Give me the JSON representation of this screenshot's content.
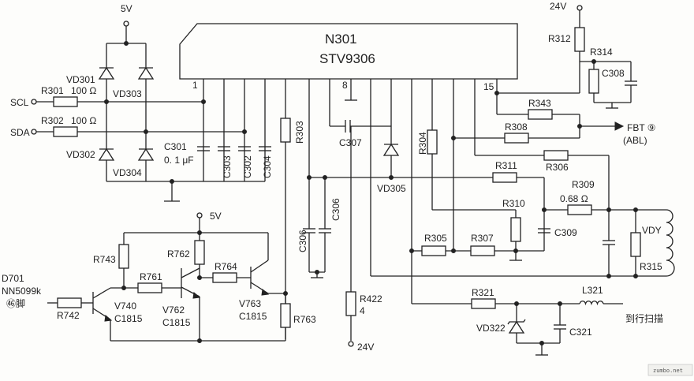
{
  "chip": {
    "name": "N301",
    "model": "STV9306",
    "pin1": "1",
    "pin8": "8",
    "pin15": "15"
  },
  "supplies": {
    "v5_top": "5V",
    "v5_mid": "5V",
    "v24_top": "24V",
    "v24_bottom": "24V"
  },
  "signals": {
    "scl": "SCL",
    "sda": "SDA",
    "fbt": "FBT ⑨",
    "abl": "(ABL)",
    "vdy": "VDY",
    "to_hscan": "到行扫描"
  },
  "left_ic": {
    "ref": "D701",
    "part": "NN5099k",
    "pin": "㊻脚"
  },
  "resistors": {
    "r301": "R301",
    "r301_val": "100 Ω",
    "r302": "R302",
    "r302_val": "100 Ω",
    "r303": "R303",
    "r304": "R304",
    "r305": "R305",
    "r306": "R306",
    "r307": "R307",
    "r308": "R308",
    "r309": "R309",
    "r309_val": "0.68 Ω",
    "r310": "R310",
    "r311": "R311",
    "r312": "R312",
    "r314": "R314",
    "r315": "R315",
    "r321": "R321",
    "r343": "R343",
    "r422": "R422",
    "r422_val": "4",
    "r742": "R742",
    "r743": "R743",
    "r761": "R761",
    "r762": "R762",
    "r763": "R763",
    "r764": "R764"
  },
  "capacitors": {
    "c301": "C301",
    "c301_val": "0. 1 μF",
    "c302": "C302",
    "c303": "C303",
    "c304": "C304",
    "c306a": "C306",
    "c306b": "C306",
    "c307": "C307",
    "c308": "C308",
    "c309": "C309",
    "c321": "C321"
  },
  "diodes": {
    "vd301": "VD301",
    "vd302": "VD302",
    "vd303": "VD303",
    "vd304": "VD304",
    "vd305": "VD305",
    "vd322": "VD322"
  },
  "transistors": {
    "v740": "V740",
    "v740_type": "C1815",
    "v762": "V762",
    "v762_type": "C1815",
    "v763": "V763",
    "v763_type": "C1815"
  },
  "inductors": {
    "l321": "L321"
  },
  "watermark": "zumbo.net"
}
